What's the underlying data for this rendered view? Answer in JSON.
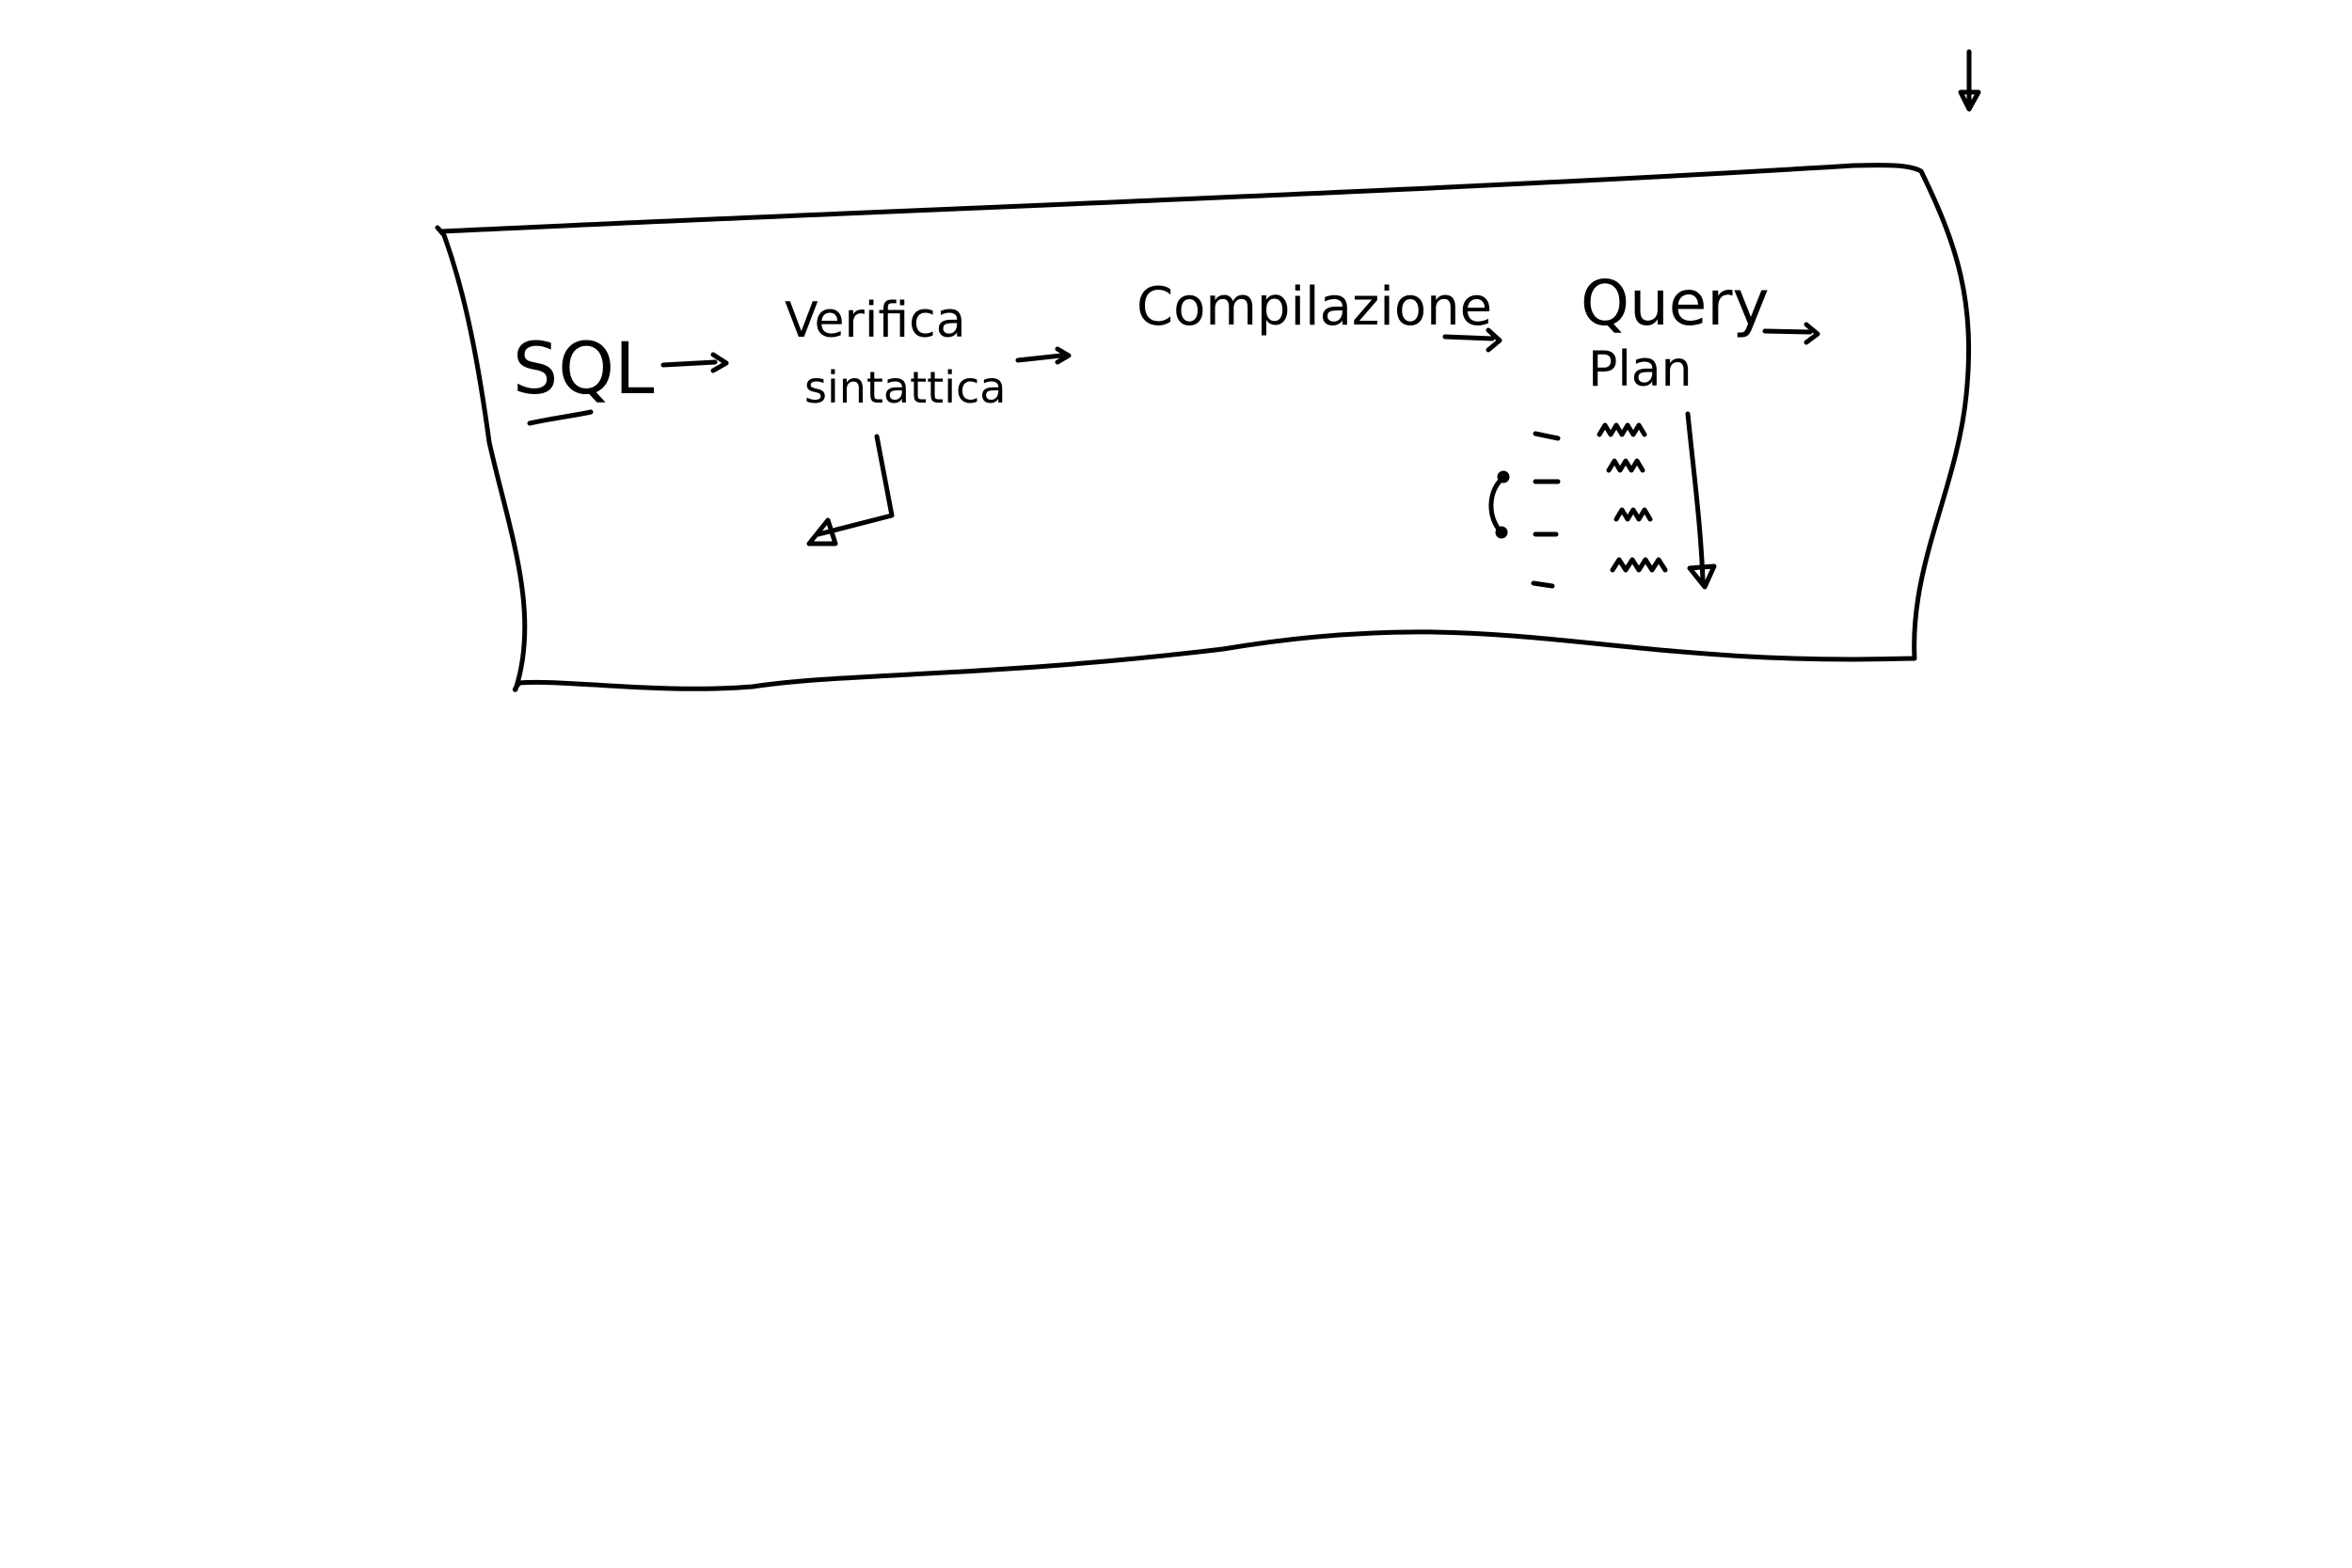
{
  "diagram": {
    "steps": [
      {
        "id": "sql",
        "label": "SQL"
      },
      {
        "id": "verifica",
        "lines": [
          "Verifica",
          "sintattica"
        ]
      },
      {
        "id": "compilazione",
        "label": "Compilazione"
      },
      {
        "id": "plan",
        "lines": [
          "Query",
          "Plan"
        ]
      }
    ]
  },
  "colors": {
    "ink": "#000000",
    "background": "#ffffff"
  }
}
